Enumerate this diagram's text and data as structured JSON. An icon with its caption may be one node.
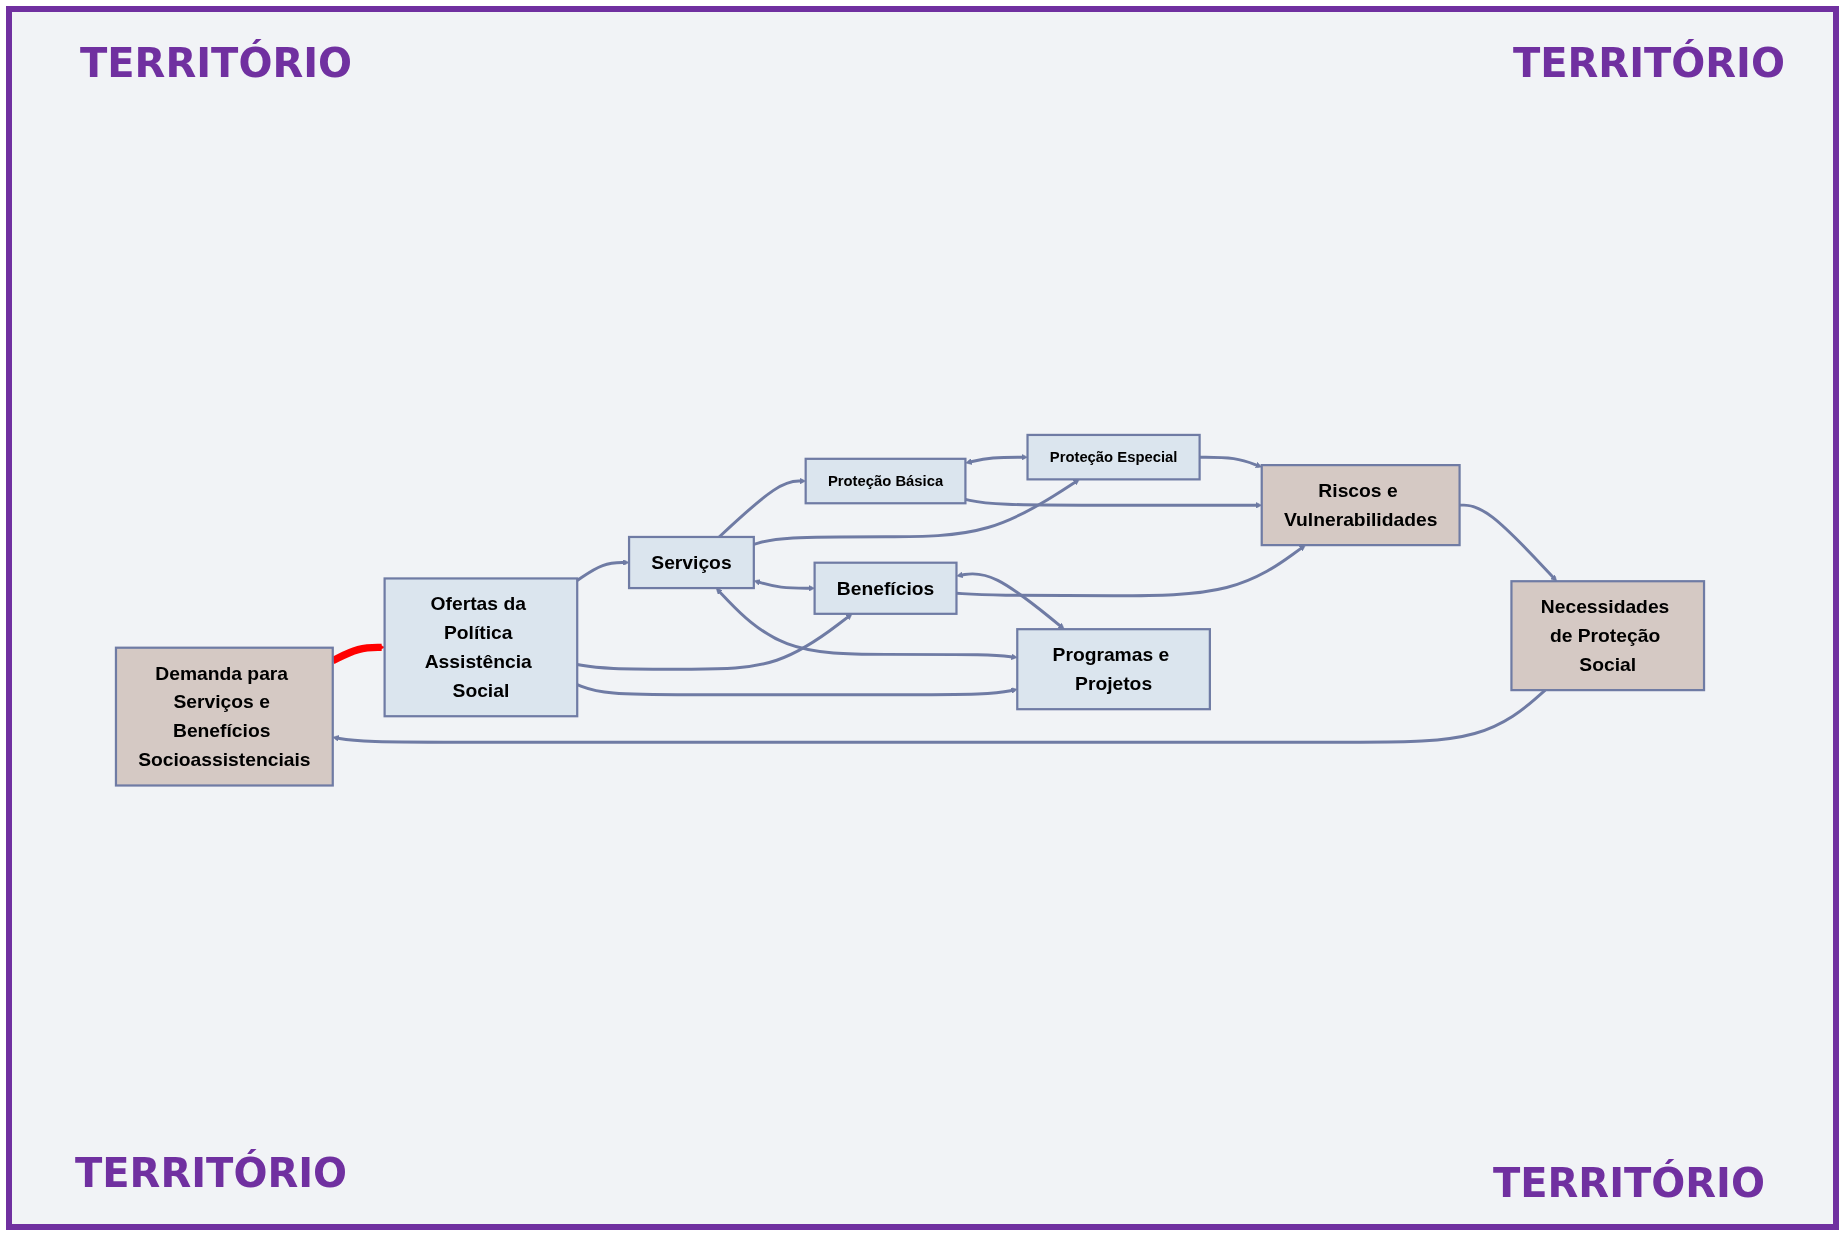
{
  "diagram": {
    "nodes": [
      {
        "text": [
          "Demanda para Serviços e Benefícios Socioassistenciais"
        ]
      },
      {
        "text": [
          "Ofertas da Política Assistência Social"
        ]
      },
      {
        "text": [
          "Necessidades de Proteção Social"
        ]
      },
      {
        "text": [
          "Serviços"
        ]
      },
      {
        "text": [
          "Proteção Básica"
        ]
      },
      {
        "text": [
          "Proteção Especial"
        ]
      },
      {
        "text": [
          "Benefícios"
        ]
      },
      {
        "text": [
          "Riscos e Vulnerabilidades"
        ]
      },
      {
        "text": [
          "Programas e Projetos"
        ]
      }
    ],
    "edges": [
      {
        "from": 7,
        "to": 2,
        "arrow": "to"
      },
      {
        "from": 2,
        "to": 0,
        "arrow": "to"
      },
      {
        "from": 0,
        "to": 1,
        "arrow": "to",
        "style": "thick",
        "color": "#ff0000"
      },
      {
        "from": 1,
        "to": 3,
        "arrow": "to"
      },
      {
        "from": 1,
        "to": 6,
        "arrow": "to"
      },
      {
        "from": 1,
        "to": 8,
        "arrow": "to"
      },
      {
        "from": 3,
        "to": 4,
        "arrow": "to"
      },
      {
        "from": 3,
        "to": 5,
        "arrow": "to"
      },
      {
        "from": 4,
        "to": 5,
        "arrow": "both"
      },
      {
        "from": 3,
        "to": 6,
        "arrow": "both"
      },
      {
        "from": 6,
        "to": 8,
        "arrow": "both"
      },
      {
        "from": 3,
        "to": 8,
        "arrow": "both"
      },
      {
        "from": 4,
        "to": 7,
        "arrow": "to"
      },
      {
        "from": 5,
        "to": 7,
        "arrow": "to"
      },
      {
        "from": 6,
        "to": 7,
        "arrow": "to"
      }
    ],
    "labels": [
      "TERRITÓRIO",
      "TERRITÓRIO",
      "TERRITÓRIO",
      "TERRITÓRIO"
    ]
  }
}
